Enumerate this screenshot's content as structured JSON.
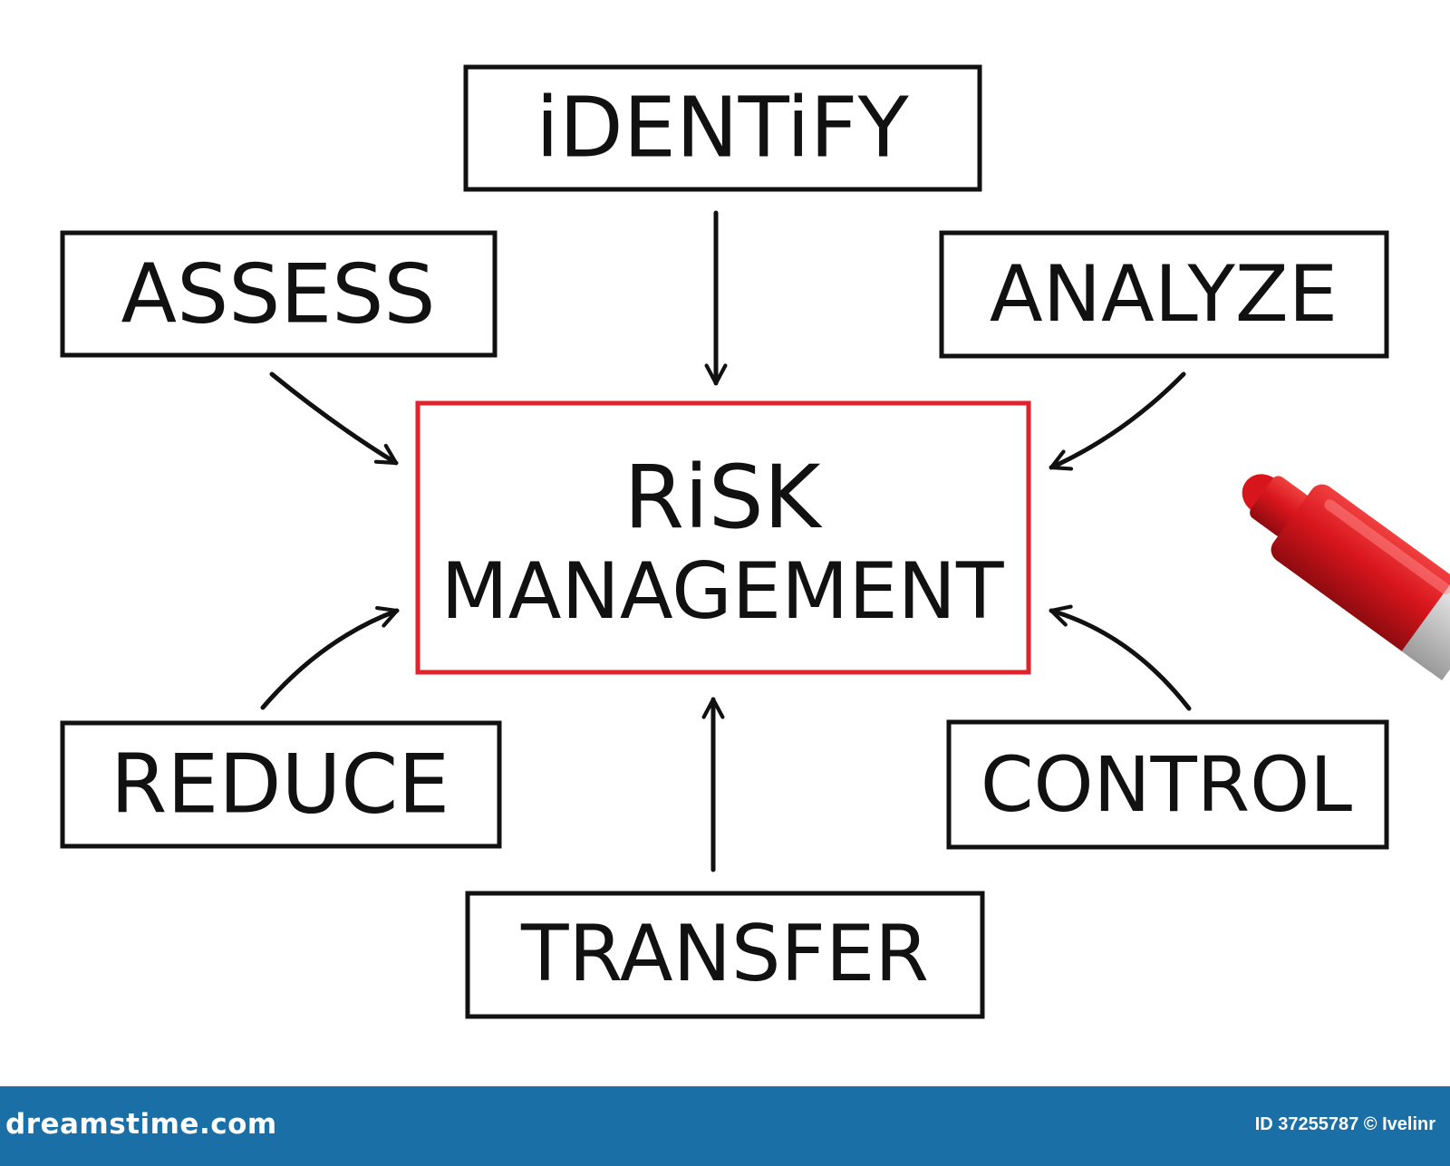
{
  "diagram": {
    "center_line1": "RiSK",
    "center_line2": "MANAGEMENT",
    "nodes": {
      "identify": "iDENTiFY",
      "assess": "ASSESS",
      "analyze": "ANALYZE",
      "reduce": "REDUCE",
      "control": "CONTROL",
      "transfer": "TRANSFER"
    },
    "colors": {
      "ink": "#111111",
      "center_border": "#e0222a",
      "marker_red": "#d8151c"
    }
  },
  "footer": {
    "site": "dreamstime.com",
    "credit": "ID 37255787 © Ivelinr",
    "background": "#1a6fa6"
  }
}
